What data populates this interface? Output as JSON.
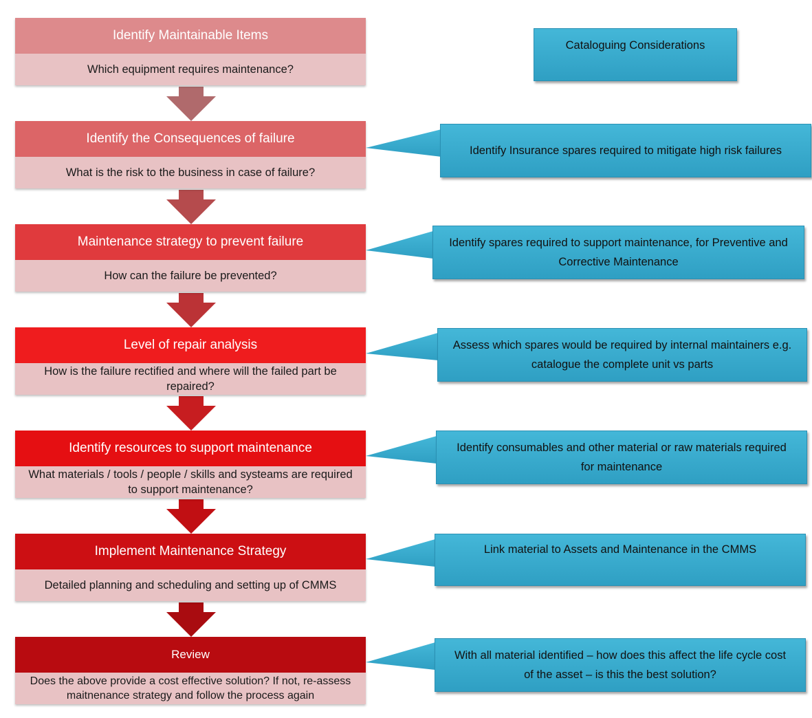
{
  "steps": [
    {
      "title": "Identify Maintainable Items",
      "question": "Which equipment requires maintenance?",
      "color": "#dd8a8c"
    },
    {
      "title": "Identify the Consequences of failure",
      "question": "What is the risk to the business in case of failure?",
      "color": "#dc6567"
    },
    {
      "title": "Maintenance strategy to prevent failure",
      "question": "How can the failure be prevented?",
      "color": "#e03a3d"
    },
    {
      "title": "Level of repair analysis",
      "question": "How is the failure rectified and where will the failed part be repaired?",
      "color": "#ef1c1e"
    },
    {
      "title": "Identify resources to support maintenance",
      "question": "What materials / tools / people  / skills and systeams are required to support maintenance?",
      "color": "#e50f12"
    },
    {
      "title": "Implement Maintenance Strategy",
      "question": "Detailed planning and scheduling and setting up of CMMS",
      "color": "#cc0f13"
    },
    {
      "title": "Review",
      "question": "Does the above provide a cost effective solution? If not, re-assess maitnenance strategy and follow the process again",
      "color": "#b80b10"
    }
  ],
  "cataloguing_header": "Cataloguing Considerations",
  "considerations": [
    "Identify Insurance spares required to mitigate high risk failures",
    "Identify spares required to support maintenance, for Preventive and Corrective Maintenance",
    "Assess which spares would be required by internal maintainers e.g. catalogue the complete unit vs parts",
    "Identify consumables and other material or raw materials required for maintenance",
    "Link material to Assets and Maintenance in the CMMS",
    "With all material identified – how does this affect the life cycle cost of the asset – is this the best solution?"
  ],
  "colors": {
    "callout": "#3aaed1",
    "subtitle_bg": "#e8c2c4"
  }
}
